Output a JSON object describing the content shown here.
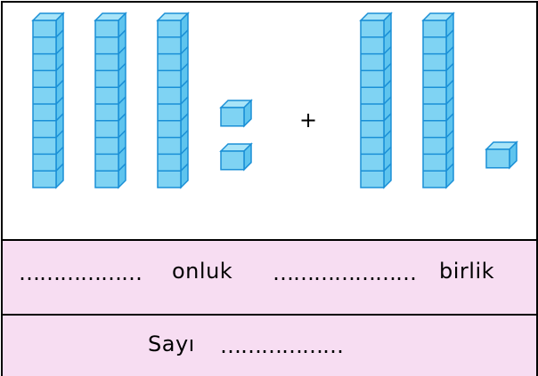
{
  "blocks": {
    "left": {
      "tens": 3,
      "ones": 2
    },
    "operator": "+",
    "right": {
      "tens": 2,
      "ones": 1
    },
    "rod_units": 10,
    "block_color": "#7fd3f3",
    "edge_color": "#1a8fd6"
  },
  "answer_row": {
    "tens_blank": "………………",
    "tens_label": "onluk",
    "ones_blank": "…………………",
    "ones_label": "birlik"
  },
  "number_row": {
    "label": "Sayı",
    "blank": "………………"
  }
}
